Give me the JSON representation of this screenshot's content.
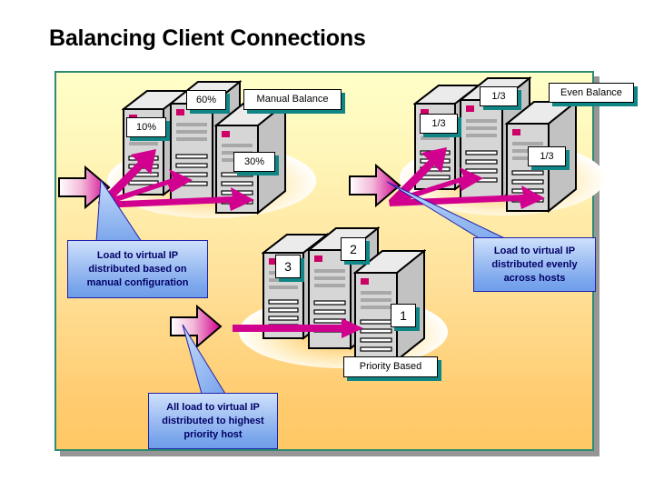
{
  "slide": {
    "title": "Balancing Client Connections",
    "panel": {
      "border_color": "#2e8b72",
      "bg_top_color": "#ffffc8",
      "bg_bottom_color": "#ffc865",
      "shadow_color": "#969696"
    }
  },
  "accent_colors": {
    "arrow_magenta": "#d1008e",
    "label_shadow_teal": "#0f8585",
    "callout_blue": "#7aa6ec",
    "callout_text": "#000066",
    "server_body": "#c8c8c8",
    "server_top": "#e8e8e8",
    "server_led": "#cc0066"
  },
  "groups": {
    "manual": {
      "title_label": "Manual Balance",
      "server_labels": [
        "10%",
        "60%",
        "30%"
      ],
      "callout_lines": [
        "Load to virtual IP",
        "distributed based on",
        "manual configuration"
      ]
    },
    "even": {
      "title_label": "Even Balance",
      "server_labels": [
        "1/3",
        "1/3",
        "1/3"
      ],
      "callout_lines": [
        "Load to virtual IP",
        "distributed evenly",
        "across hosts"
      ]
    },
    "priority": {
      "title_label": "Priority Based",
      "server_labels": [
        "3",
        "2",
        "1"
      ],
      "callout_lines": [
        "All load to virtual IP",
        "distributed to highest",
        "priority host"
      ]
    }
  }
}
